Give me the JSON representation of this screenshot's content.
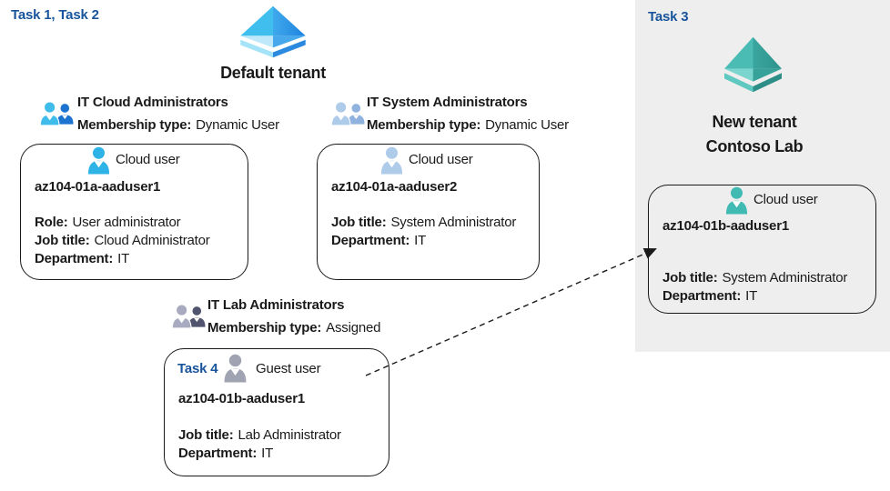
{
  "colors": {
    "task_label_blue": "#17549B",
    "right_panel_bg": "#EEEEEE",
    "text": "#1A1A1A",
    "default_tenant_icon_blue": "#40BFEF",
    "new_tenant_icon_teal": "#4ABCB4"
  },
  "icons": {
    "default_tenant": "azure-ad-tenant-icon-blue",
    "new_tenant": "azure-ad-tenant-icon-teal",
    "group": "people-group-icon",
    "cloud_user": "person-icon",
    "guest_user": "person-icon-gray",
    "connector": "dashed-arrow-icon"
  },
  "left": {
    "task_label": "Task 1, Task 2",
    "tenant_name": "Default tenant",
    "groups": [
      {
        "name": "IT Cloud Administrators",
        "membership_label": "Membership type:",
        "membership_value": "Dynamic User",
        "card": {
          "user_type": "Cloud user",
          "username": "az104-01a-aaduser1",
          "fields": [
            {
              "label": "Role:",
              "value": "User administrator"
            },
            {
              "label": "Job title:",
              "value": "Cloud Administrator"
            },
            {
              "label": "Department:",
              "value": "IT"
            }
          ]
        }
      },
      {
        "name": "IT System Administrators",
        "membership_label": "Membership type:",
        "membership_value": "Dynamic User",
        "card": {
          "user_type": "Cloud user",
          "username": "az104-01a-aaduser2",
          "fields": [
            {
              "label": "Job title:",
              "value": "System Administrator"
            },
            {
              "label": "Department:",
              "value": "IT"
            }
          ]
        }
      },
      {
        "name": "IT Lab Administrators",
        "membership_label": "Membership type:",
        "membership_value": "Assigned",
        "card": {
          "task_label": "Task 4",
          "user_type": "Guest user",
          "username": "az104-01b-aaduser1",
          "fields": [
            {
              "label": "Job title:",
              "value": "Lab Administrator"
            },
            {
              "label": "Department:",
              "value": "IT"
            }
          ]
        }
      }
    ]
  },
  "right": {
    "task_label": "Task 3",
    "tenant_name_line1": "New tenant",
    "tenant_name_line2": "Contoso Lab",
    "card": {
      "user_type": "Cloud user",
      "username": "az104-01b-aaduser1",
      "fields": [
        {
          "label": "Job title:",
          "value": "System Administrator"
        },
        {
          "label": "Department:",
          "value": "IT"
        }
      ]
    }
  }
}
